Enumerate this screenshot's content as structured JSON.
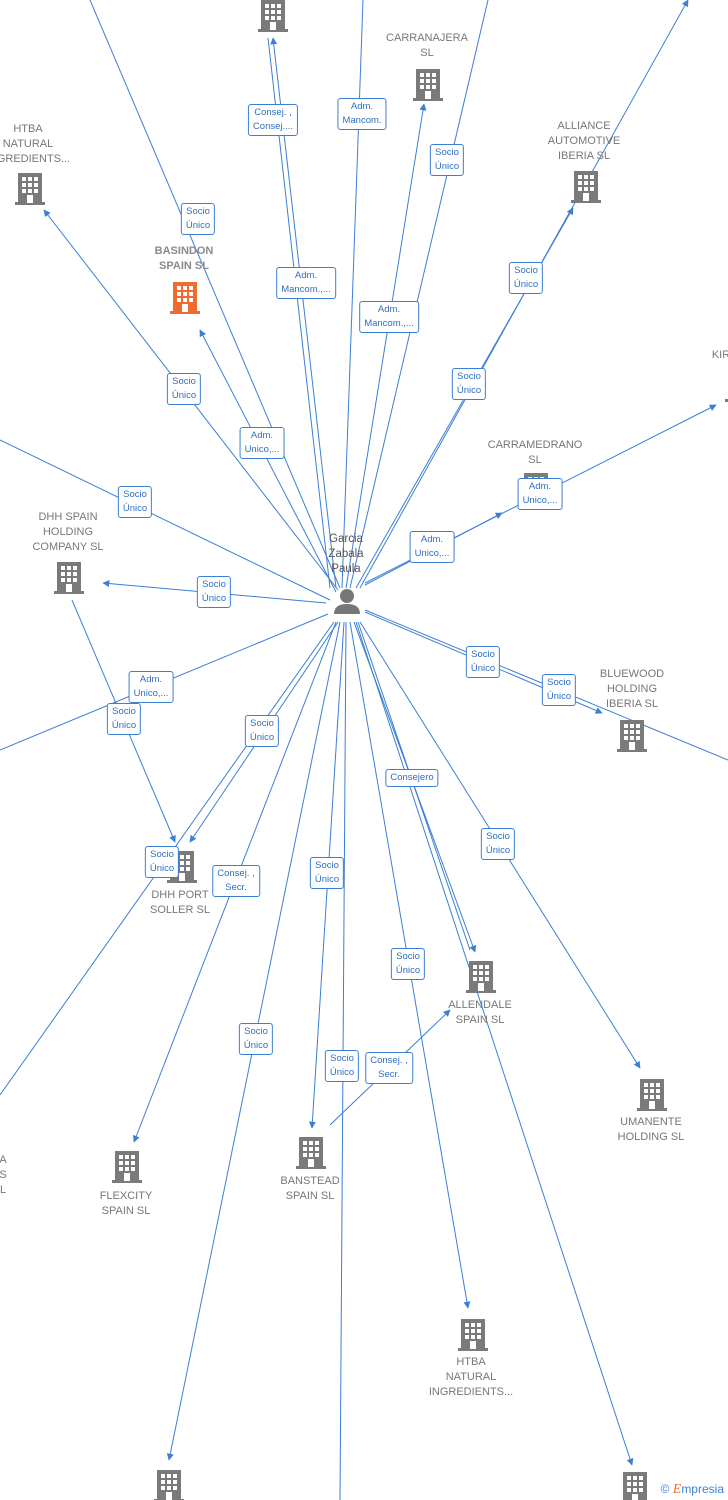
{
  "colors": {
    "edge": "#3b7fd4",
    "building": "#7a7a7a",
    "building_highlight": "#f26b2e",
    "person": "#777777"
  },
  "person": {
    "label": "Garcia\nZabala\nPaula",
    "icon": "person-icon"
  },
  "companies": [
    {
      "id": "top1",
      "label": ""
    },
    {
      "id": "carranajera",
      "label": "CARRANAJERA\nSL"
    },
    {
      "id": "htba-top",
      "label": "HTBA\nNATURAL\nINGREDIENTS..."
    },
    {
      "id": "alliance",
      "label": "ALLIANCE\nAUTOMOTIVE\nIBERIA SL"
    },
    {
      "id": "basindon",
      "label": "BASINDON\nSPAIN SL",
      "highlight": true
    },
    {
      "id": "kir",
      "label": "KIR"
    },
    {
      "id": "carramedrano",
      "label": "CARRAMEDRANO\nSL"
    },
    {
      "id": "dhh-spain",
      "label": "DHH SPAIN\nHOLDING\nCOMPANY SL"
    },
    {
      "id": "bluewood",
      "label": "BLUEWOOD\nHOLDING\nIBERIA SL"
    },
    {
      "id": "dhh-port",
      "label": "DHH PORT\nSOLLER SL"
    },
    {
      "id": "allendale",
      "label": "ALLENDALE\nSPAIN SL"
    },
    {
      "id": "umanente",
      "label": "UMANENTE\nHOLDING SL"
    },
    {
      "id": "left-cut",
      "label": "A\nS\nL"
    },
    {
      "id": "flexcity",
      "label": "FLEXCITY\nSPAIN SL"
    },
    {
      "id": "banstead",
      "label": "BANSTEAD\nSPAIN SL"
    },
    {
      "id": "htba-bottom",
      "label": "HTBA\nNATURAL\nINGREDIENTS..."
    },
    {
      "id": "bottom-left",
      "label": ""
    },
    {
      "id": "bottom-right",
      "label": ""
    }
  ],
  "relations": [
    {
      "label": "Consej. ,\nConsej...."
    },
    {
      "label": "Adm.\nMancom."
    },
    {
      "label": "Socio\nÚnico"
    },
    {
      "label": "Socio\nÚnico"
    },
    {
      "label": "Socio\nÚnico"
    },
    {
      "label": "Adm.\nMancom.,..."
    },
    {
      "label": "Adm.\nMancom.,..."
    },
    {
      "label": "Socio\nÚnico"
    },
    {
      "label": "Socio\nÚnico"
    },
    {
      "label": "Adm.\nUnico,..."
    },
    {
      "label": "Socio\nÚnico"
    },
    {
      "label": "Adm.\nUnico,..."
    },
    {
      "label": "Adm.\nUnico,..."
    },
    {
      "label": "Socio\nÚnico"
    },
    {
      "label": "Adm.\nUnico,..."
    },
    {
      "label": "Socio\nÚnico"
    },
    {
      "label": "Socio\nÚnico"
    },
    {
      "label": "Socio\nÚnico"
    },
    {
      "label": "Socio\nÚnico"
    },
    {
      "label": "Consejero"
    },
    {
      "label": "Socio\nÚnico"
    },
    {
      "label": "Socio\nÚnico"
    },
    {
      "label": "Consej. ,\nSecr."
    },
    {
      "label": "Socio\nÚnico"
    },
    {
      "label": "Socio\nÚnico"
    },
    {
      "label": "Socio\nÚnico"
    },
    {
      "label": "Socio\nÚnico"
    },
    {
      "label": "Consej. ,\nSecr."
    }
  ],
  "footer": {
    "copyright": "©",
    "brand_initial": "E",
    "brand_rest": "mpresia"
  }
}
